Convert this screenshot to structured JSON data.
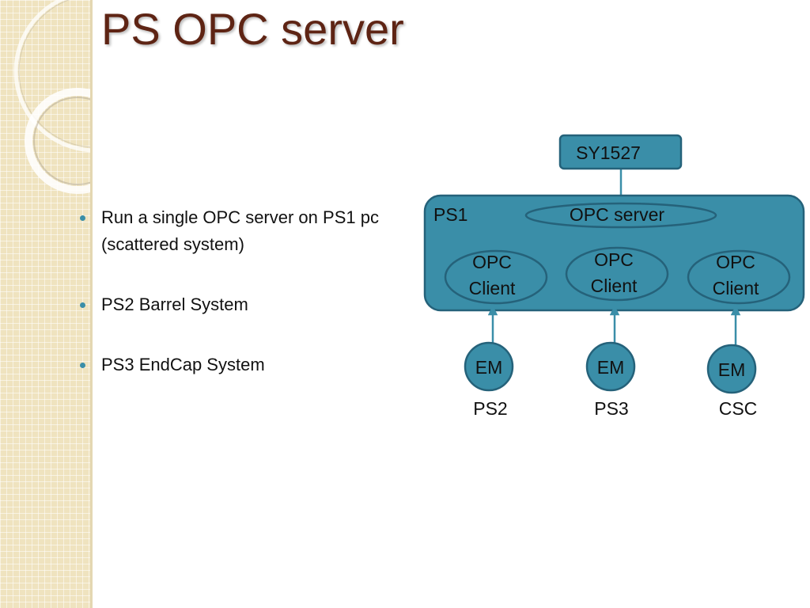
{
  "slide": {
    "title": "PS OPC server",
    "bullets": [
      "Run a single OPC server on PS1 pc (scattered system)",
      "PS2 Barrel System",
      "PS3 EndCap System"
    ]
  },
  "diagram": {
    "top_box_label": "SY1527",
    "main_box_label": "PS1",
    "server_label": "OPC server",
    "clients": [
      {
        "line1": "OPC",
        "line2": "Client"
      },
      {
        "line1": "OPC",
        "line2": "Client"
      },
      {
        "line1": "OPC",
        "line2": "Client"
      }
    ],
    "modules": [
      {
        "label": "EM",
        "system": "PS2"
      },
      {
        "label": "EM",
        "system": "PS3"
      },
      {
        "label": "EM",
        "system": "CSC"
      }
    ]
  },
  "colors": {
    "box_fill": "#3a8ea8",
    "box_border": "#25627a",
    "title": "#5e2414",
    "sidebar": "#efe3bf"
  }
}
